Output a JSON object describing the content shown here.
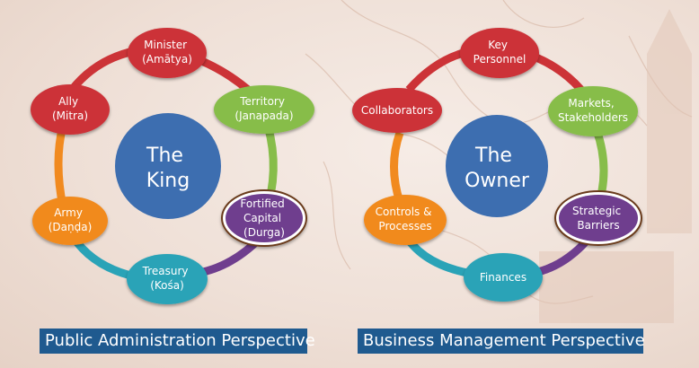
{
  "colors": {
    "red": "#cc3337",
    "green": "#87bd4a",
    "purple": "#6f3e8e",
    "teal": "#2aa3b7",
    "orange": "#f18a1f",
    "center_blue": "#3d6eb0",
    "caption_bg": "#1f5a8f",
    "durga_border": "#6a3a1a"
  },
  "left": {
    "center_lines": [
      "The",
      "King"
    ],
    "caption": "Public Administration Perspective",
    "nodes": [
      {
        "id": "minister",
        "lines": [
          "Minister",
          "(Amātya)"
        ]
      },
      {
        "id": "territory",
        "lines": [
          "Territory",
          "(Janapada)"
        ]
      },
      {
        "id": "fortified-capital",
        "lines": [
          "Fortified",
          "Capital",
          "(Durga)"
        ]
      },
      {
        "id": "treasury",
        "lines": [
          "Treasury",
          "(Kośa)"
        ]
      },
      {
        "id": "army",
        "lines": [
          "Army",
          "(Daṇḍa)"
        ]
      },
      {
        "id": "ally",
        "lines": [
          "Ally",
          "(Mitra)"
        ]
      }
    ]
  },
  "right": {
    "center_lines": [
      "The",
      "Owner"
    ],
    "caption": "Business Management Perspective",
    "nodes": [
      {
        "id": "key-personnel",
        "lines": [
          "Key",
          "Personnel"
        ]
      },
      {
        "id": "markets-stakeholders",
        "lines": [
          "Markets,",
          "Stakeholders"
        ]
      },
      {
        "id": "strategic-barriers",
        "lines": [
          "Strategic",
          "Barriers"
        ]
      },
      {
        "id": "finances",
        "lines": [
          "Finances"
        ]
      },
      {
        "id": "controls-processes",
        "lines": [
          "Controls &",
          "Processes"
        ]
      },
      {
        "id": "collaborators",
        "lines": [
          "Collaborators"
        ]
      }
    ]
  }
}
